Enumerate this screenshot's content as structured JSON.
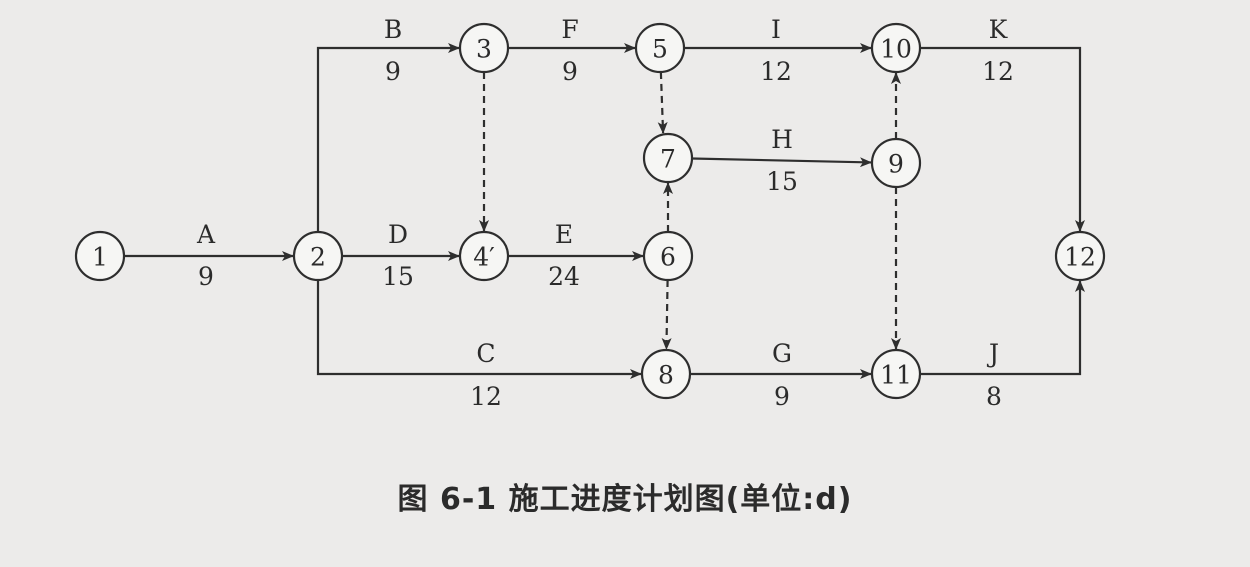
{
  "caption": "图 6-1   施工进度计划图(单位:d)",
  "nodes": [
    {
      "id": "1",
      "label": "1"
    },
    {
      "id": "2",
      "label": "2"
    },
    {
      "id": "3",
      "label": "3"
    },
    {
      "id": "4",
      "label": "4′"
    },
    {
      "id": "5",
      "label": "5"
    },
    {
      "id": "6",
      "label": "6"
    },
    {
      "id": "7",
      "label": "7"
    },
    {
      "id": "8",
      "label": "8"
    },
    {
      "id": "9",
      "label": "9"
    },
    {
      "id": "10",
      "label": "10"
    },
    {
      "id": "11",
      "label": "11"
    },
    {
      "id": "12",
      "label": "12"
    }
  ],
  "activities": [
    {
      "from": "1",
      "to": "2",
      "name": "A",
      "duration": "9",
      "dummy": false
    },
    {
      "from": "2",
      "to": "3",
      "name": "B",
      "duration": "9",
      "dummy": false
    },
    {
      "from": "2",
      "to": "4",
      "name": "D",
      "duration": "15",
      "dummy": false
    },
    {
      "from": "2",
      "to": "8",
      "name": "C",
      "duration": "12",
      "dummy": false
    },
    {
      "from": "3",
      "to": "5",
      "name": "F",
      "duration": "9",
      "dummy": false
    },
    {
      "from": "4",
      "to": "6",
      "name": "E",
      "duration": "24",
      "dummy": false
    },
    {
      "from": "5",
      "to": "10",
      "name": "I",
      "duration": "12",
      "dummy": false
    },
    {
      "from": "7",
      "to": "9",
      "name": "H",
      "duration": "15",
      "dummy": false
    },
    {
      "from": "8",
      "to": "11",
      "name": "G",
      "duration": "9",
      "dummy": false
    },
    {
      "from": "10",
      "to": "12",
      "name": "K",
      "duration": "12",
      "dummy": false
    },
    {
      "from": "11",
      "to": "12",
      "name": "J",
      "duration": "8",
      "dummy": false
    },
    {
      "from": "3",
      "to": "4",
      "name": "",
      "duration": "",
      "dummy": true
    },
    {
      "from": "5",
      "to": "7",
      "name": "",
      "duration": "",
      "dummy": true
    },
    {
      "from": "6",
      "to": "7",
      "name": "",
      "duration": "",
      "dummy": true
    },
    {
      "from": "6",
      "to": "8",
      "name": "",
      "duration": "",
      "dummy": true
    },
    {
      "from": "9",
      "to": "10",
      "name": "",
      "duration": "",
      "dummy": true
    },
    {
      "from": "9",
      "to": "11",
      "name": "",
      "duration": "",
      "dummy": true
    }
  ]
}
